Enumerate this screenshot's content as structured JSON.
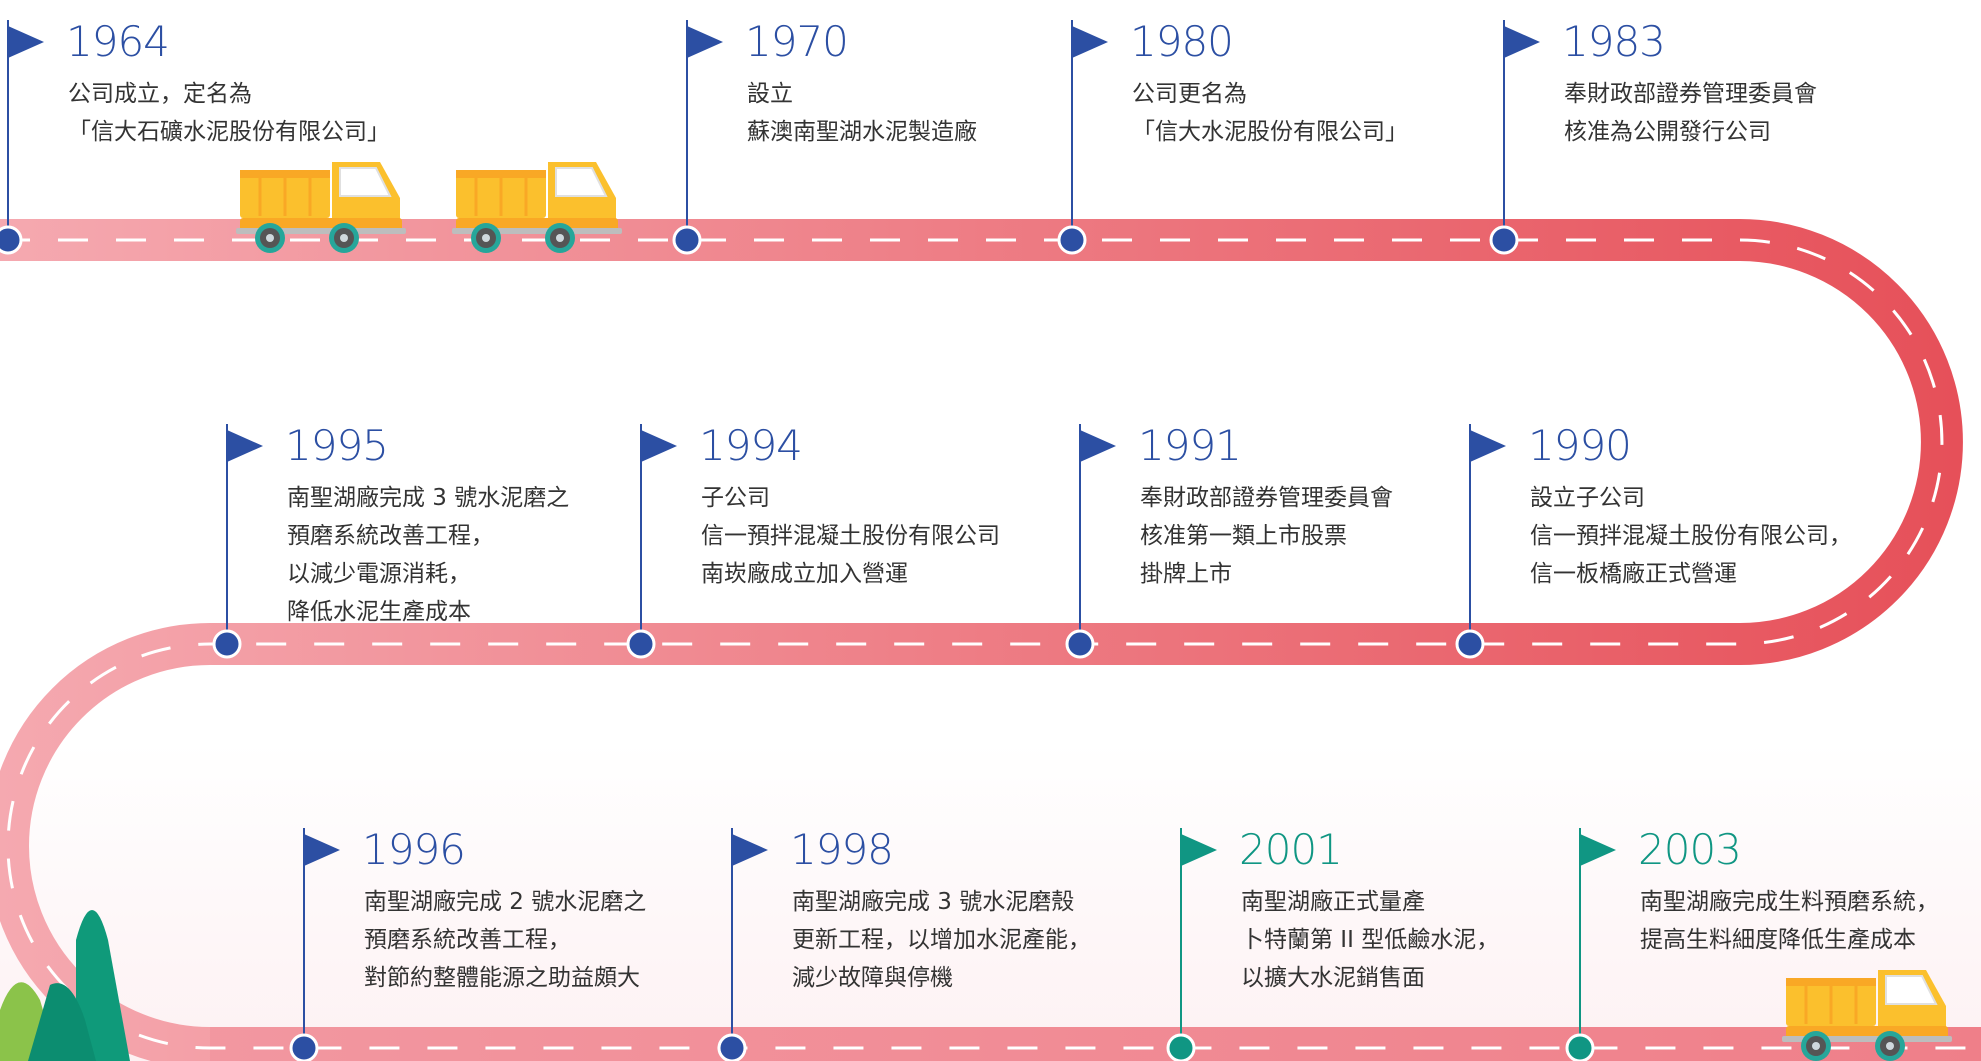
{
  "colors": {
    "road_left": "#f3a0a8",
    "road_right": "#e8535b",
    "marker_blue": "#2c4fa3",
    "marker_teal": "#109683",
    "truck_yellow": "#fbc02d",
    "tree_green": "#8bc34a"
  },
  "events": [
    {
      "year": "1964",
      "color": "blue",
      "lines": [
        "公司成立，定名為",
        "「信大石礦水泥股份有限公司」"
      ]
    },
    {
      "year": "1970",
      "color": "blue",
      "lines": [
        "設立",
        "蘇澳南聖湖水泥製造廠"
      ]
    },
    {
      "year": "1980",
      "color": "blue",
      "lines": [
        "公司更名為",
        "「信大水泥股份有限公司」"
      ]
    },
    {
      "year": "1983",
      "color": "blue",
      "lines": [
        "奉財政部證券管理委員會",
        "核准為公開發行公司"
      ]
    },
    {
      "year": "1995",
      "color": "blue",
      "lines": [
        "南聖湖廠完成 3 號水泥磨之",
        "預磨系統改善工程，",
        "以減少電源消耗，",
        "降低水泥生產成本"
      ]
    },
    {
      "year": "1994",
      "color": "blue",
      "lines": [
        "子公司",
        "信一預拌混凝土股份有限公司",
        "南崁廠成立加入營運"
      ]
    },
    {
      "year": "1991",
      "color": "blue",
      "lines": [
        "奉財政部證券管理委員會",
        "核准第一類上市股票",
        "掛牌上市"
      ]
    },
    {
      "year": "1990",
      "color": "blue",
      "lines": [
        "設立子公司",
        "信一預拌混凝土股份有限公司，",
        "信一板橋廠正式營運"
      ]
    },
    {
      "year": "1996",
      "color": "blue",
      "lines": [
        "南聖湖廠完成 2 號水泥磨之",
        "預磨系統改善工程，",
        "對節約整體能源之助益頗大"
      ]
    },
    {
      "year": "1998",
      "color": "blue",
      "lines": [
        "南聖湖廠完成 3 號水泥磨殼",
        "更新工程，以增加水泥產能，",
        "減少故障與停機"
      ]
    },
    {
      "year": "2001",
      "color": "teal",
      "lines": [
        "南聖湖廠正式量產",
        "卜特蘭第 II 型低鹼水泥，",
        "以擴大水泥銷售面"
      ]
    },
    {
      "year": "2003",
      "color": "teal",
      "lines": [
        "南聖湖廠完成生料預磨系統，",
        "提高生料細度降低生產成本"
      ]
    }
  ],
  "icons": {
    "flag": "flag-icon",
    "truck": "dump-truck-icon",
    "tree": "tree-icon"
  }
}
